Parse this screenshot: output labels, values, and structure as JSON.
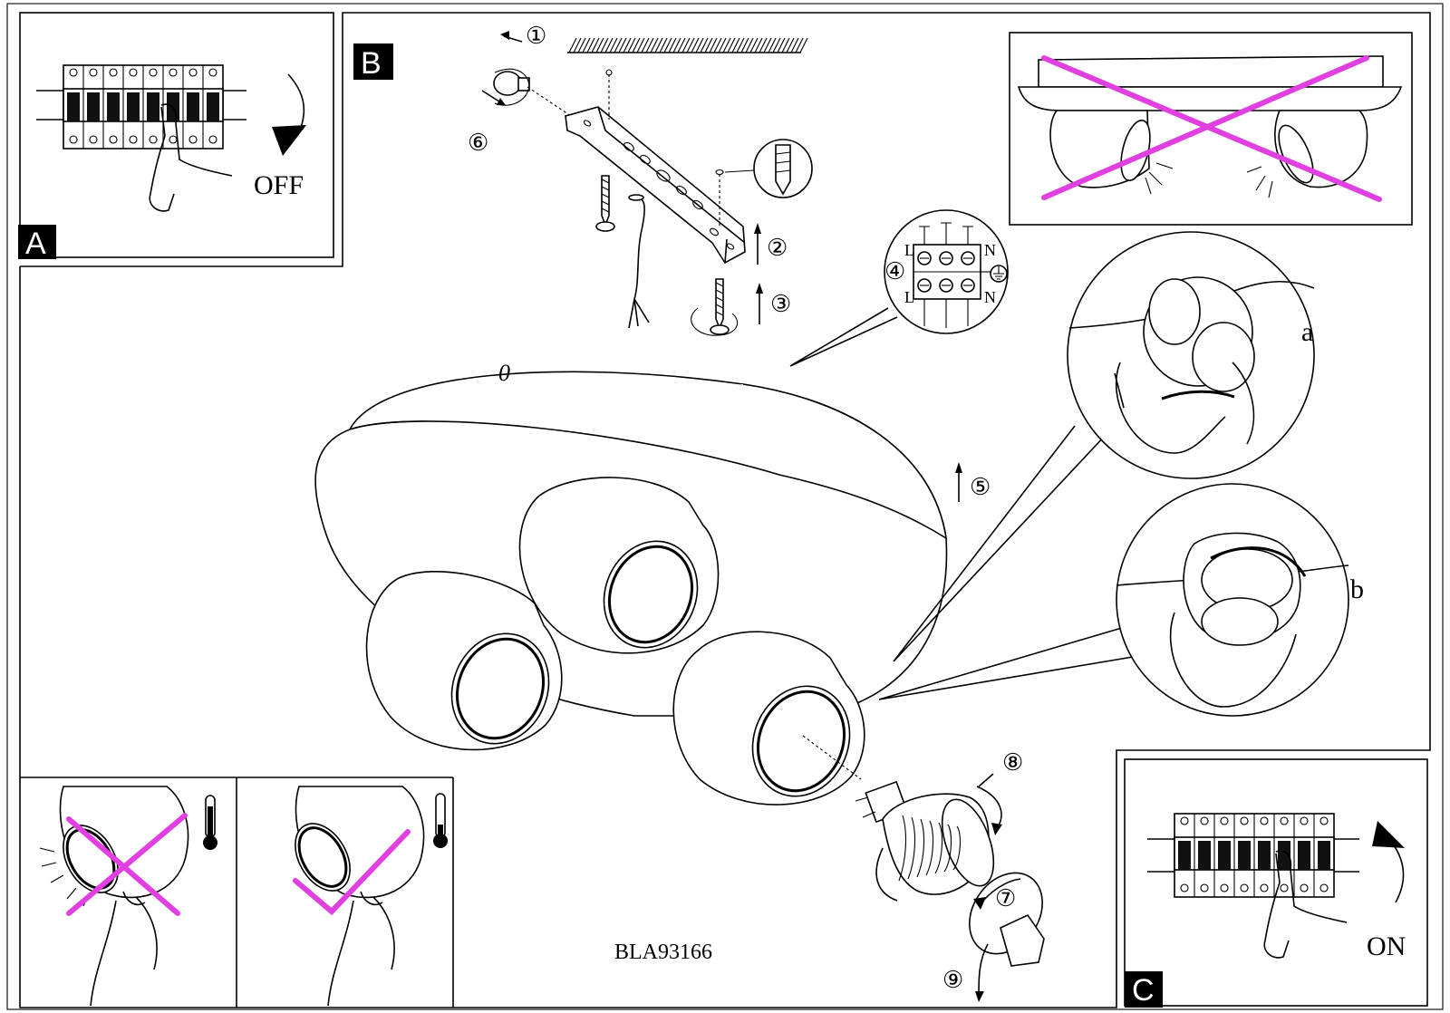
{
  "panels": {
    "a": {
      "label": "A",
      "switch_text": "OFF"
    },
    "b": {
      "label": "B"
    },
    "c": {
      "label": "C",
      "switch_text": "ON"
    }
  },
  "steps": [
    "①",
    "②",
    "③",
    "④",
    "⑤",
    "⑥",
    "⑦",
    "⑧",
    "⑨"
  ],
  "terminal": {
    "left_top": "L",
    "left_bottom": "L",
    "right_top": "N",
    "right_bottom": "N"
  },
  "detail_labels": {
    "a": "a",
    "b": "b"
  },
  "model_number": "BLA93166",
  "icons": [
    "circuit-breaker-icon",
    "thermometer-icon",
    "ground-symbol-icon",
    "wall-plug-icon"
  ],
  "colors": {
    "cross_mark": "#e040e0",
    "line": "#000000"
  }
}
